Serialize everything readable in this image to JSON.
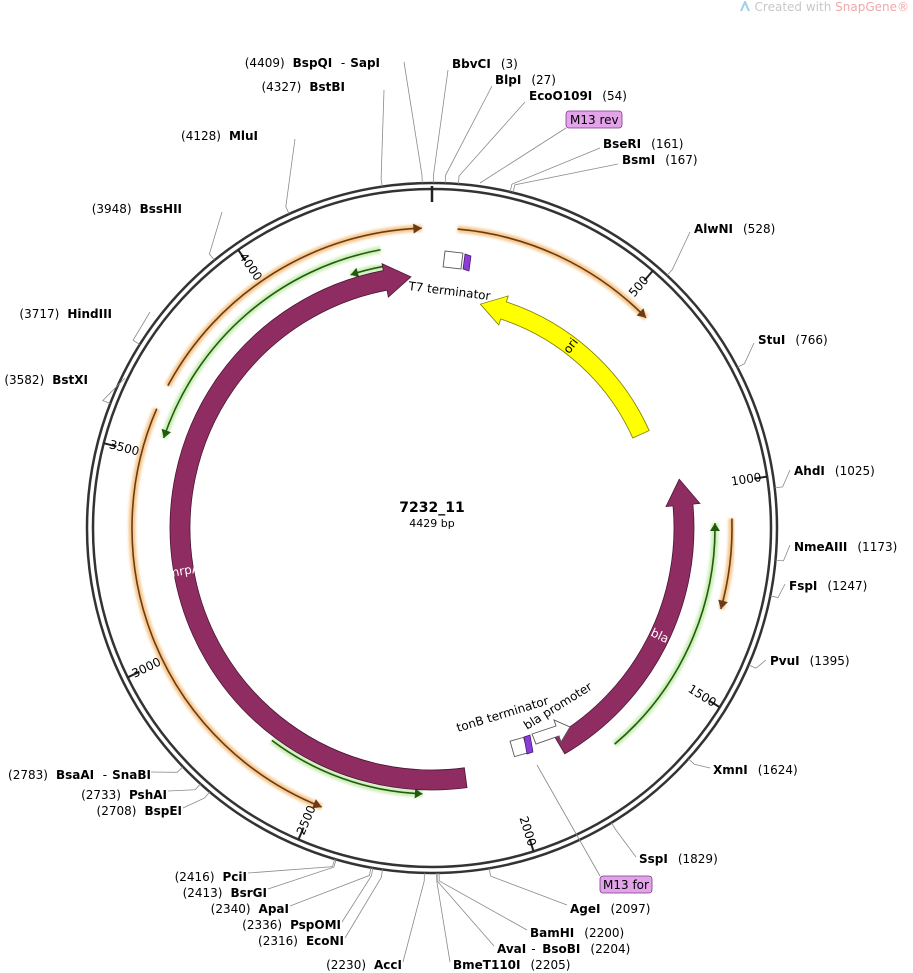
{
  "app": {
    "watermark_prefix": "Created with ",
    "watermark_brand": "SnapGene"
  },
  "plasmid": {
    "name": "7232_11",
    "size_label": "4429 bp",
    "length": 4429
  },
  "ticks": [
    {
      "pos": 500,
      "label": "500"
    },
    {
      "pos": 1000,
      "label": "1000"
    },
    {
      "pos": 1500,
      "label": "1500"
    },
    {
      "pos": 2000,
      "label": "2000"
    },
    {
      "pos": 2500,
      "label": "2500"
    },
    {
      "pos": 3000,
      "label": "3000"
    },
    {
      "pos": 3500,
      "label": "3500"
    },
    {
      "pos": 4000,
      "label": "4000"
    }
  ],
  "sites": [
    {
      "name": "BspQI",
      "name2": "SapI",
      "num": "(4409)",
      "pos": 4409
    },
    {
      "name": "BstBI",
      "num": "(4327)",
      "pos": 4327
    },
    {
      "name": "MluI",
      "num": "(4128)",
      "pos": 4128
    },
    {
      "name": "BssHII",
      "num": "(3948)",
      "pos": 3948
    },
    {
      "name": "HindIII",
      "num": "(3717)",
      "pos": 3717
    },
    {
      "name": "BstXI",
      "num": "(3582)",
      "pos": 3582
    },
    {
      "name": "BbvCI",
      "num": "(3)",
      "pos": 3
    },
    {
      "name": "BlpI",
      "num": "(27)",
      "pos": 27
    },
    {
      "name": "EcoO109I",
      "num": "(54)",
      "pos": 54
    },
    {
      "name": "BseRI",
      "num": "(161)",
      "pos": 161
    },
    {
      "name": "BsmI",
      "num": "(167)",
      "pos": 167
    },
    {
      "name": "AlwNI",
      "num": "(528)",
      "pos": 528
    },
    {
      "name": "StuI",
      "num": "(766)",
      "pos": 766
    },
    {
      "name": "AhdI",
      "num": "(1025)",
      "pos": 1025
    },
    {
      "name": "NmeAIII",
      "num": "(1173)",
      "pos": 1173
    },
    {
      "name": "FspI",
      "num": "(1247)",
      "pos": 1247
    },
    {
      "name": "PvuI",
      "num": "(1395)",
      "pos": 1395
    },
    {
      "name": "XmnI",
      "num": "(1624)",
      "pos": 1624
    },
    {
      "name": "SspI",
      "num": "(1829)",
      "pos": 1829
    },
    {
      "name": "AgeI",
      "num": "(2097)",
      "pos": 2097
    },
    {
      "name": "BamHI",
      "num": "(2200)",
      "pos": 2200
    },
    {
      "name": "AvaI",
      "name2": "BsoBI",
      "num": "(2204)",
      "pos": 2204
    },
    {
      "name": "BmeT110I",
      "num": "(2205)",
      "pos": 2205
    },
    {
      "name": "AccI",
      "num": "(2230)",
      "pos": 2230
    },
    {
      "name": "EcoNI",
      "num": "(2316)",
      "pos": 2316
    },
    {
      "name": "PspOMI",
      "num": "(2336)",
      "pos": 2336
    },
    {
      "name": "ApaI",
      "num": "(2340)",
      "pos": 2340
    },
    {
      "name": "BsrGI",
      "num": "(2413)",
      "pos": 2413
    },
    {
      "name": "PciI",
      "num": "(2416)",
      "pos": 2416
    },
    {
      "name": "BspEI",
      "num": "(2708)",
      "pos": 2708
    },
    {
      "name": "PshAI",
      "num": "(2733)",
      "pos": 2733
    },
    {
      "name": "BsaAI",
      "name2": "SnaBI",
      "num": "(2783)",
      "pos": 2783
    }
  ],
  "primers": [
    {
      "name": "M13 rev",
      "pos": 75
    },
    {
      "name": "M13 for",
      "pos": 2112
    }
  ],
  "features": [
    {
      "name": "T7 terminator",
      "type": "terminator"
    },
    {
      "name": "ori",
      "type": "rep_origin"
    },
    {
      "name": "bla",
      "type": "CDS"
    },
    {
      "name": "bla promoter",
      "type": "promoter"
    },
    {
      "name": "tonB terminator",
      "type": "terminator"
    },
    {
      "name": "mrpA",
      "type": "CDS"
    }
  ],
  "colors": {
    "cds": "#8f2d63",
    "ori": "#ffff00",
    "orange_orf": "#ef9a30",
    "green_orf": "#3f9a1c",
    "primer_fill": "#e2a3e8",
    "terminator": "#8a3cd6"
  }
}
